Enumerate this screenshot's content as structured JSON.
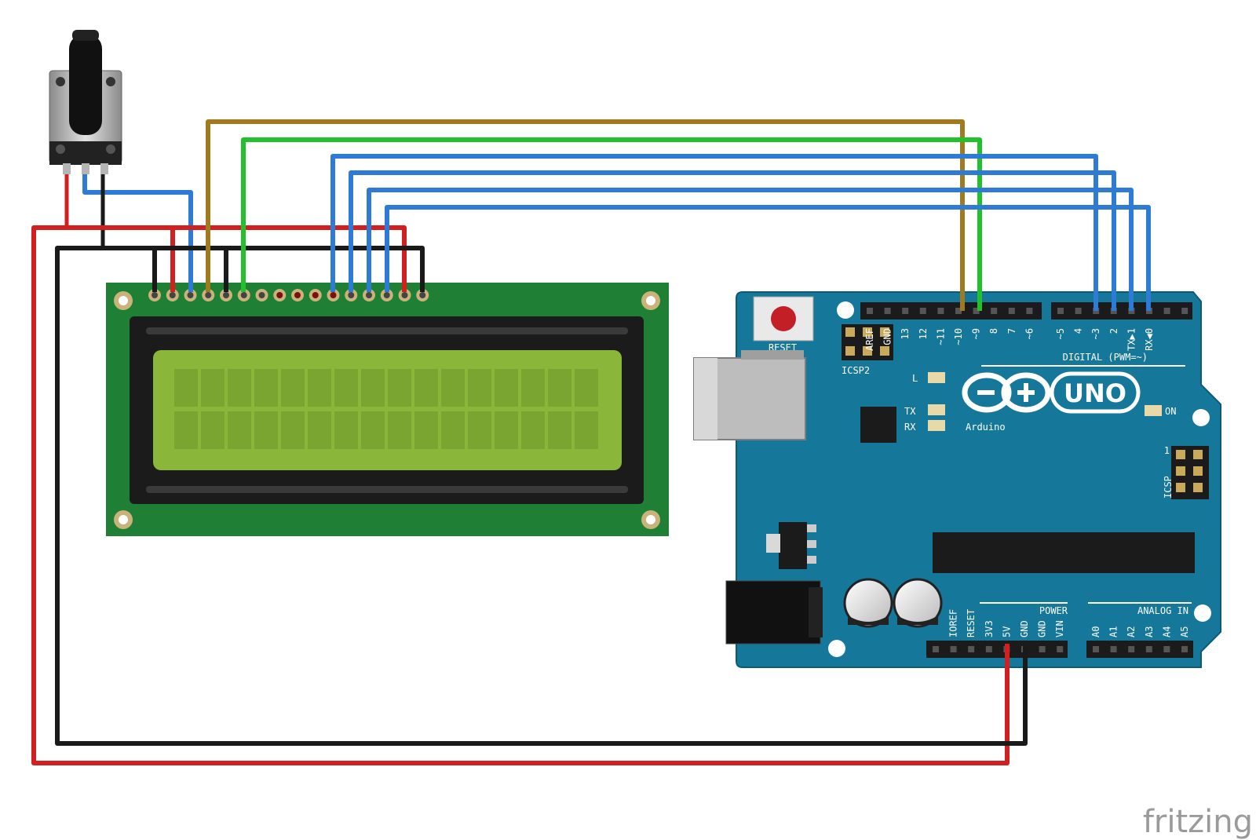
{
  "colors": {
    "background": "#ffffff",
    "lcd_pcb": "#1f7f34",
    "lcd_screen": "#8ab73a",
    "arduino_board": "#15779a",
    "wire_red": "#d21f1f",
    "wire_black": "#1a1a1a",
    "wire_blue": "#2e7bd6",
    "wire_green": "#22c02a",
    "wire_brown": "#a07a1f"
  },
  "icons": {
    "potentiometer": "potentiometer-icon",
    "lcd": "lcd-16x2-icon",
    "arduino": "arduino-uno-icon"
  },
  "arduino": {
    "reset_label": "RESET",
    "icsp2_label": "ICSP2",
    "icsp_label": "ICSP",
    "icsp_pin1": "1",
    "l_label": "L",
    "tx_label": "TX",
    "rx_label": "RX",
    "on_label": "ON",
    "logo_name": "Arduino",
    "uno_label": "UNO",
    "digital_label": "DIGITAL (PWM=~)",
    "power_label": "POWER",
    "analog_label": "ANALOG IN",
    "digital_pins": [
      "AREF",
      "GND",
      "13",
      "12",
      "~11",
      "~10",
      "~9",
      "8",
      "7",
      "~6",
      "~5",
      "4",
      "~3",
      "2",
      "TX▶1",
      "RX◀0"
    ],
    "power_pins": [
      "IOREF",
      "RESET",
      "3V3",
      "5V",
      "GND",
      "GND",
      "VIN"
    ],
    "analog_pins": [
      "A0",
      "A1",
      "A2",
      "A3",
      "A4",
      "A5"
    ]
  },
  "watermark": "fritzing"
}
